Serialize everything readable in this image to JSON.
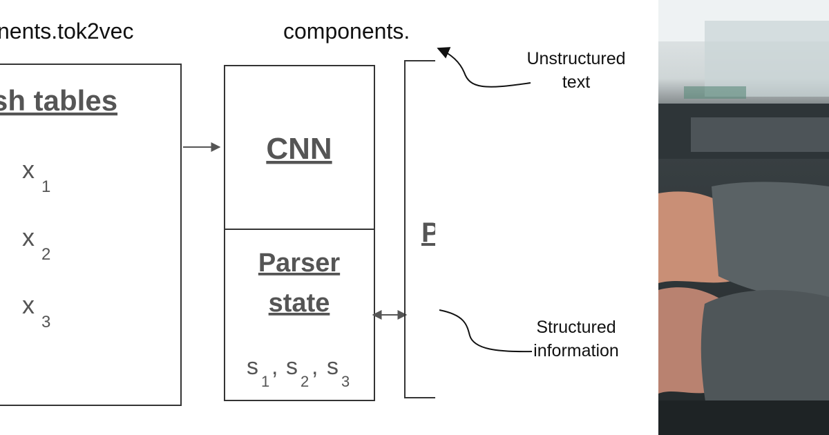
{
  "header_left": "nents.tok2vec",
  "header_right": "components.",
  "hash_box": {
    "title": "sh tables",
    "rows": [
      {
        "base": "x",
        "sub": "1"
      },
      {
        "base": "x",
        "sub": "2"
      },
      {
        "base": "x",
        "sub": "3"
      }
    ]
  },
  "cnn_box": {
    "title": "CNN"
  },
  "parser_box": {
    "title_line1": "Parser",
    "title_line2": "state",
    "s_vars": [
      {
        "base": "s",
        "sub": "1"
      },
      {
        "base": "s",
        "sub": "2"
      },
      {
        "base": "s",
        "sub": "3"
      }
    ],
    "separator": ","
  },
  "partial_box_letter": "P",
  "annotations": {
    "unstructured_line1": "Unstructured",
    "unstructured_line2": "text",
    "structured_line1": "Structured",
    "structured_line2": "information"
  },
  "colors": {
    "box_stroke": "#333333",
    "text_gray": "#555555",
    "photo_sweater": "#4f5659"
  }
}
